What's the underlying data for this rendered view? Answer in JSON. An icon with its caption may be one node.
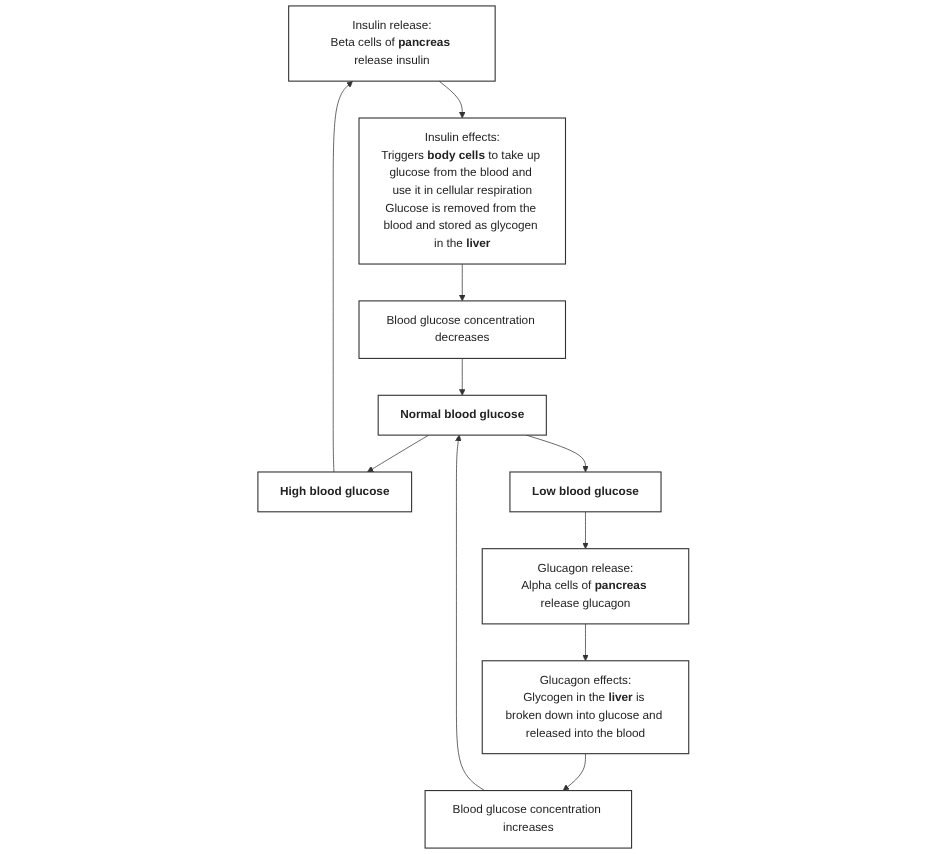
{
  "diagram": {
    "nodes": [
      {
        "text": [
          "Insulin release:",
          "Beta cells of **pancreas** release insulin"
        ]
      },
      {
        "text": [
          "Insulin effects:",
          "Triggers **body cells** to take up glucose from the blood and use it in cellular respiration",
          "Glucose is removed from the blood and stored as glycogen in the **liver**"
        ]
      },
      {
        "text": [
          "**High blood glucose**"
        ]
      },
      {
        "text": [
          "Blood glucose concentration decreases"
        ]
      },
      {
        "text": [
          "**Normal blood glucose**"
        ]
      },
      {
        "text": [
          "**Low blood glucose**"
        ]
      },
      {
        "text": [
          "Blood glucose concentration increases"
        ]
      },
      {
        "text": [
          "Glucagon release:",
          "Alpha cells of **pancreas** release glucagon"
        ]
      },
      {
        "text": [
          "Glucagon effects:",
          "Glycogen in the **liver** is broken down into glucose and released into the blood"
        ]
      }
    ],
    "edges": [
      {
        "from": 4,
        "to": 2,
        "arrow": "to"
      },
      {
        "from": 2,
        "to": 0,
        "arrow": "to"
      },
      {
        "from": 0,
        "to": 1,
        "arrow": "to"
      },
      {
        "from": 1,
        "to": 3,
        "arrow": "to"
      },
      {
        "from": 3,
        "to": 4,
        "arrow": "to"
      },
      {
        "from": 4,
        "to": 5,
        "arrow": "to"
      },
      {
        "from": 5,
        "to": 7,
        "arrow": "to"
      },
      {
        "from": 7,
        "to": 8,
        "arrow": "to"
      },
      {
        "from": 8,
        "to": 6,
        "arrow": "to"
      },
      {
        "from": 6,
        "to": 4,
        "arrow": "to"
      }
    ]
  }
}
